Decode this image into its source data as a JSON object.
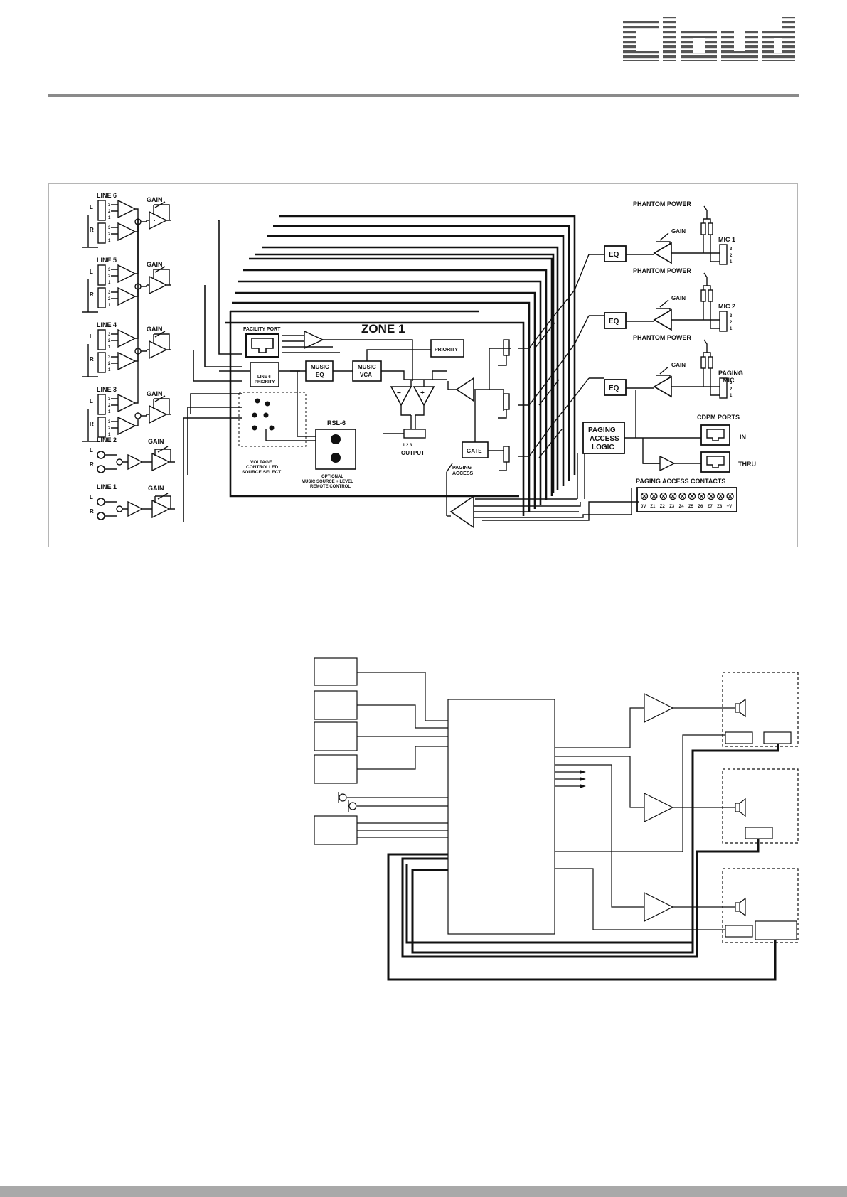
{
  "brand": {
    "logo_text": "Cloud"
  },
  "block_diagram": {
    "zone_title": "ZONE 1",
    "line_inputs": [
      {
        "label": "LINE 6",
        "gain": "GAIN"
      },
      {
        "label": "LINE 5",
        "gain": "GAIN"
      },
      {
        "label": "LINE 4",
        "gain": "GAIN"
      },
      {
        "label": "LINE 3",
        "gain": "GAIN"
      },
      {
        "label": "LINE 2",
        "gain": "GAIN"
      },
      {
        "label": "LINE 1",
        "gain": "GAIN"
      }
    ],
    "channel_left": "L",
    "channel_right": "R",
    "pin_numbers": [
      "3",
      "2",
      "1"
    ],
    "facility_port": "FACILITY PORT",
    "line6_priority": [
      "LINE 6",
      "PRIORITY"
    ],
    "music_eq": [
      "MUSIC",
      "EQ"
    ],
    "music_vca": [
      "MUSIC",
      "VCA"
    ],
    "priority": "PRIORITY",
    "rsl": "RSL-6",
    "rsl_caption": [
      "OPTIONAL",
      "MUSIC SOURCE + LEVEL",
      "REMOTE CONTROL"
    ],
    "source_select": [
      "VOLTAGE",
      "CONTROLLED",
      "SOURCE SELECT"
    ],
    "output": "OUTPUT",
    "output_pins": "1  2  3",
    "gate": "GATE",
    "paging_access": [
      "PAGING",
      "ACCESS"
    ],
    "phantom_power": "PHANTOM POWER",
    "mic_gain": "GAIN",
    "eq": "EQ",
    "mic_inputs": [
      "MIC 1",
      "MIC 2",
      "PAGING"
    ],
    "paging_mic_second": "MIC",
    "paging_logic": [
      "PAGING",
      "ACCESS",
      "LOGIC"
    ],
    "cdpm_ports": "CDPM PORTS",
    "port_in": "IN",
    "port_thru": "THRU",
    "paging_contacts": "PAGING ACCESS CONTACTS",
    "contact_labels": [
      "0V",
      "Z1",
      "Z2",
      "Z3",
      "Z4",
      "Z5",
      "Z6",
      "Z7",
      "Z8",
      "+V"
    ],
    "minus_sign": "−",
    "plus_sign": "+"
  },
  "colors": {
    "rule": "#8a8a8a",
    "frame": "#b5b5b5",
    "footer": "#a9a9a9",
    "ink": "#111111"
  }
}
